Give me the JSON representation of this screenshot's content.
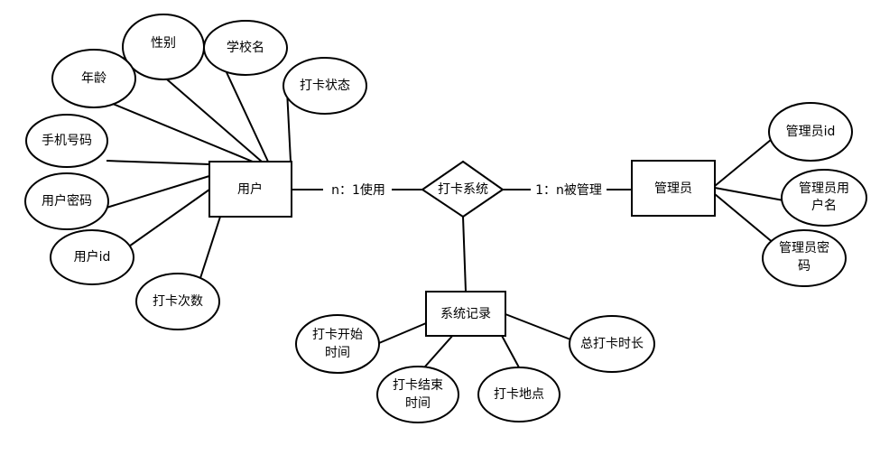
{
  "entities": {
    "user": "用户",
    "admin": "管理员",
    "record": "系统记录"
  },
  "relationship": {
    "system": "打卡系统"
  },
  "edges": {
    "user_system": "n：1使用",
    "system_admin": "1：n被管理"
  },
  "attributes": {
    "gender": "性别",
    "school": "学校名",
    "age": "年龄",
    "punch_status": "打卡状态",
    "phone": "手机号码",
    "password": "用户密码",
    "user_id": "用户id",
    "punch_count": "打卡次数",
    "admin_id": "管理员id",
    "admin_username": [
      "管理员用",
      "户名"
    ],
    "admin_password": [
      "管理员密",
      "码"
    ],
    "start_time": [
      "打卡开始",
      "时间"
    ],
    "end_time": [
      "打卡结束",
      "时间"
    ],
    "location": "打卡地点",
    "total_duration": "总打卡时长"
  }
}
